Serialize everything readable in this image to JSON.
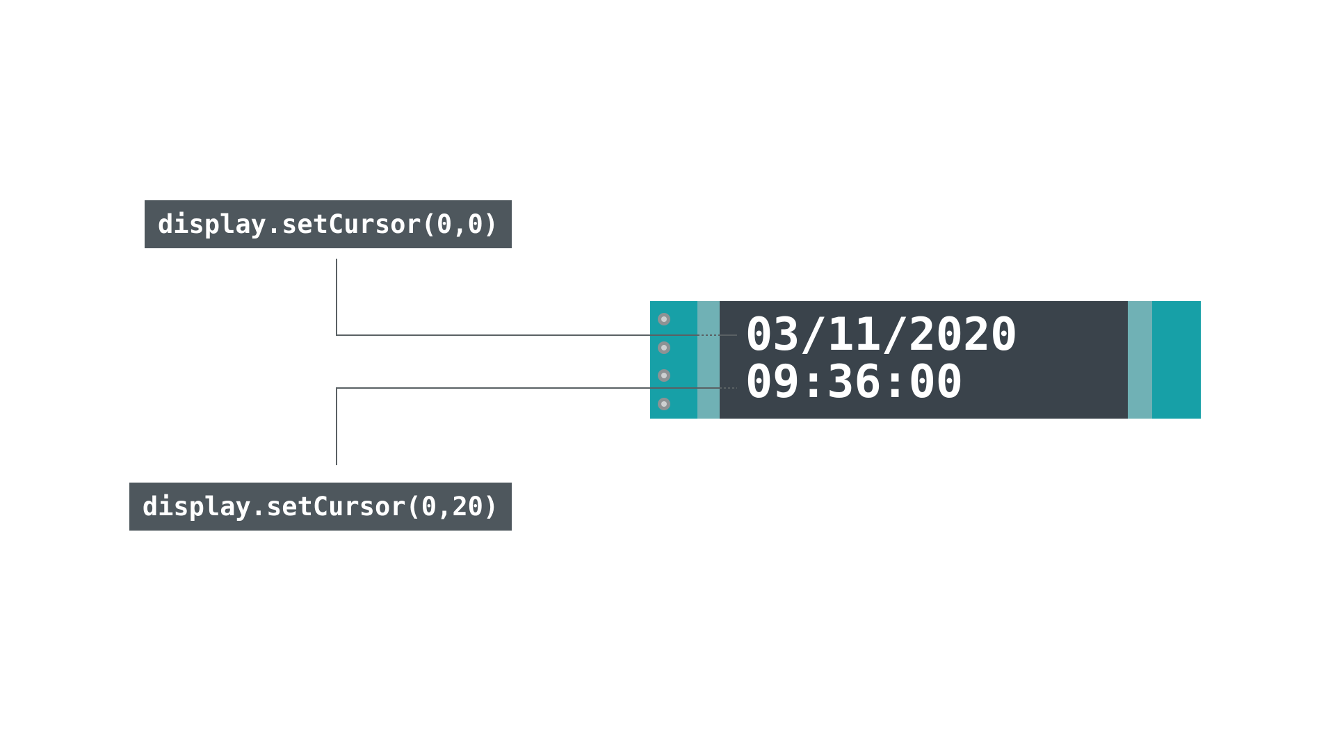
{
  "annotations": {
    "label1": {
      "text": "display.setCursor(0,0)"
    },
    "label2": {
      "text": "display.setCursor(0,20)"
    }
  },
  "oled_display": {
    "line1": "03/11/2020",
    "line2": "09:36:00"
  },
  "colors": {
    "page_bg": "#ffffff",
    "label_bg": "#4e575d",
    "screen_bg": "#3a434b",
    "teal": "#17a0a7",
    "teal_light": "#70b1b5",
    "line": "#5a6164",
    "pin_outer": "#8e9294",
    "pin_inner": "#cdd0d1",
    "text": "#ffffff"
  }
}
